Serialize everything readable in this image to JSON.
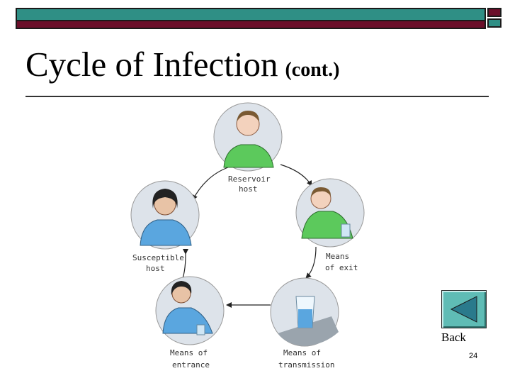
{
  "slide": {
    "title": "Cycle of Infection",
    "subtitle": "(cont.)",
    "page_number": "24"
  },
  "colors": {
    "teal": "#2f8f85",
    "maroon": "#6b0f2a",
    "button": "#5fbcb5",
    "circle_fill": "#dde3ea",
    "shirt_green": "#5cc95c",
    "shirt_blue": "#5aa6df"
  },
  "cycle": {
    "nodes": [
      {
        "key": "reservoir",
        "label_lines": [
          "Reservoir",
          "host"
        ]
      },
      {
        "key": "exit",
        "label_lines": [
          "Means",
          "of exit"
        ]
      },
      {
        "key": "transmission",
        "label_lines": [
          "Means of",
          "transmission"
        ]
      },
      {
        "key": "entrance",
        "label_lines": [
          "Means of",
          "entrance"
        ]
      },
      {
        "key": "susceptible",
        "label_lines": [
          "Susceptible",
          "host"
        ]
      }
    ]
  },
  "nav": {
    "back_label": "Back",
    "back_icon": "left-triangle-icon"
  }
}
